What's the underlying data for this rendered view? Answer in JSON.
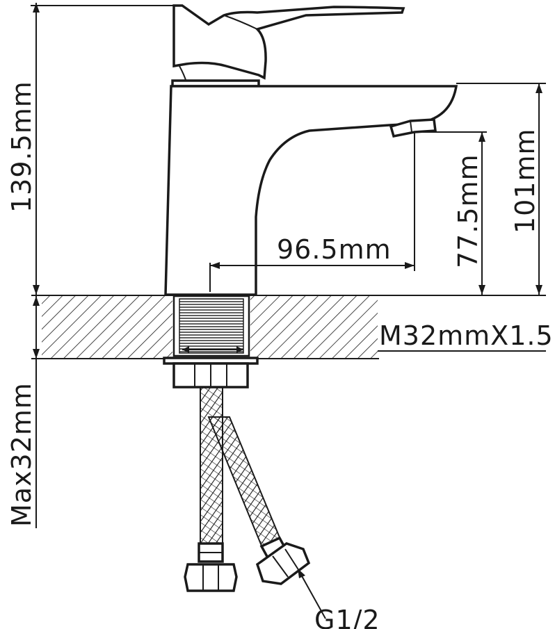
{
  "dimensions": {
    "height_total": "139.5mm",
    "spout_height": "101mm",
    "outlet_height": "77.5mm",
    "spout_reach": "96.5mm",
    "thread": "M32mmX1.5",
    "max_thickness": "Max32mm",
    "connection": "G1/2"
  }
}
